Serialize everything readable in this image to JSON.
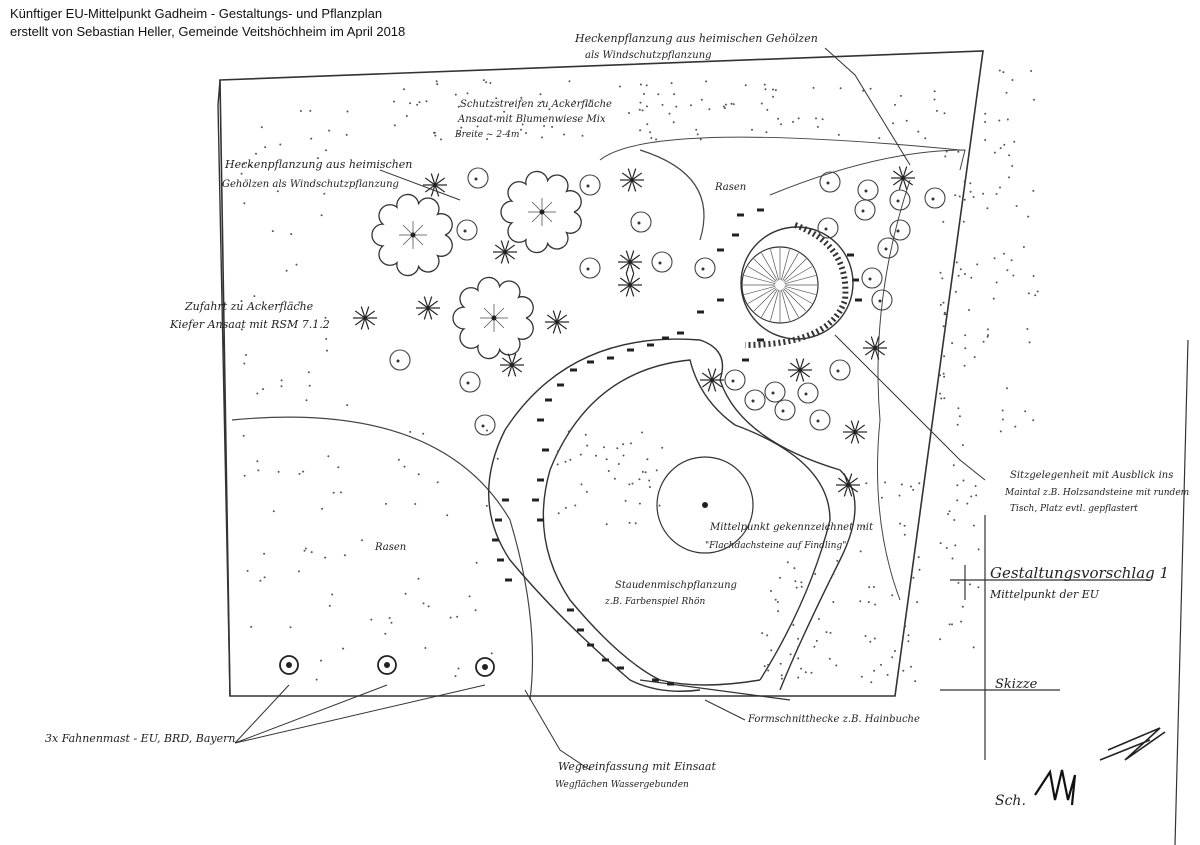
{
  "header": {
    "line1": "Künftiger EU-Mittelpunkt Gadheim - Gestaltungs- und Pflanzplan",
    "line2": "erstellt von Sebastian Heller, Gemeinde Veitshöchheim im April 2018"
  },
  "labels": {
    "hedge_top_1": "Heckenpflanzung aus heimischen Gehölzen",
    "hedge_top_2": "als Windschutzpflanzung",
    "protect_strip_1": "Schutzstreifen zu Ackerfläche",
    "protect_strip_2": "Ansaat mit Blumenwiese Mix",
    "protect_strip_3": "Breite ~ 2-4m",
    "hedge_left_1": "Heckenpflanzung aus heimischen",
    "hedge_left_2": "Gehölzen als Windschutzpflanzung",
    "access_1": "Zufahrt zu Ackerfläche",
    "access_2": "Kiefer Ansaat mit RSM 7.1.2",
    "lawn_top": "Rasen",
    "lawn_left": "Rasen",
    "seating_1": "Sitzgelegenheit mit Ausblick ins",
    "seating_2": "Maintal z.B. Holzsandsteine mit rundem",
    "seating_3": "Tisch, Platz evtl. gepflastert",
    "center_1": "Mittelpunkt gekennzeichnet mit",
    "center_2": "\"Flachdachsteine auf Findling\"",
    "perennial_1": "Staudenmischpflanzung",
    "perennial_2": "z.B. Farbenspiel Rhön",
    "proposal_1": "Gestaltungsvorschlag 1",
    "proposal_2": "Mittelpunkt der EU",
    "sketch": "Skizze",
    "flags": "3x Fahnenmast - EU, BRD, Bayern",
    "path_1": "Wegeeinfassung mit Einsaat",
    "path_2": "Wegflächen Wassergebunden",
    "hedge_bottom": "Formschnitthecke z.B. Hainbuche",
    "signature": "Sch."
  }
}
